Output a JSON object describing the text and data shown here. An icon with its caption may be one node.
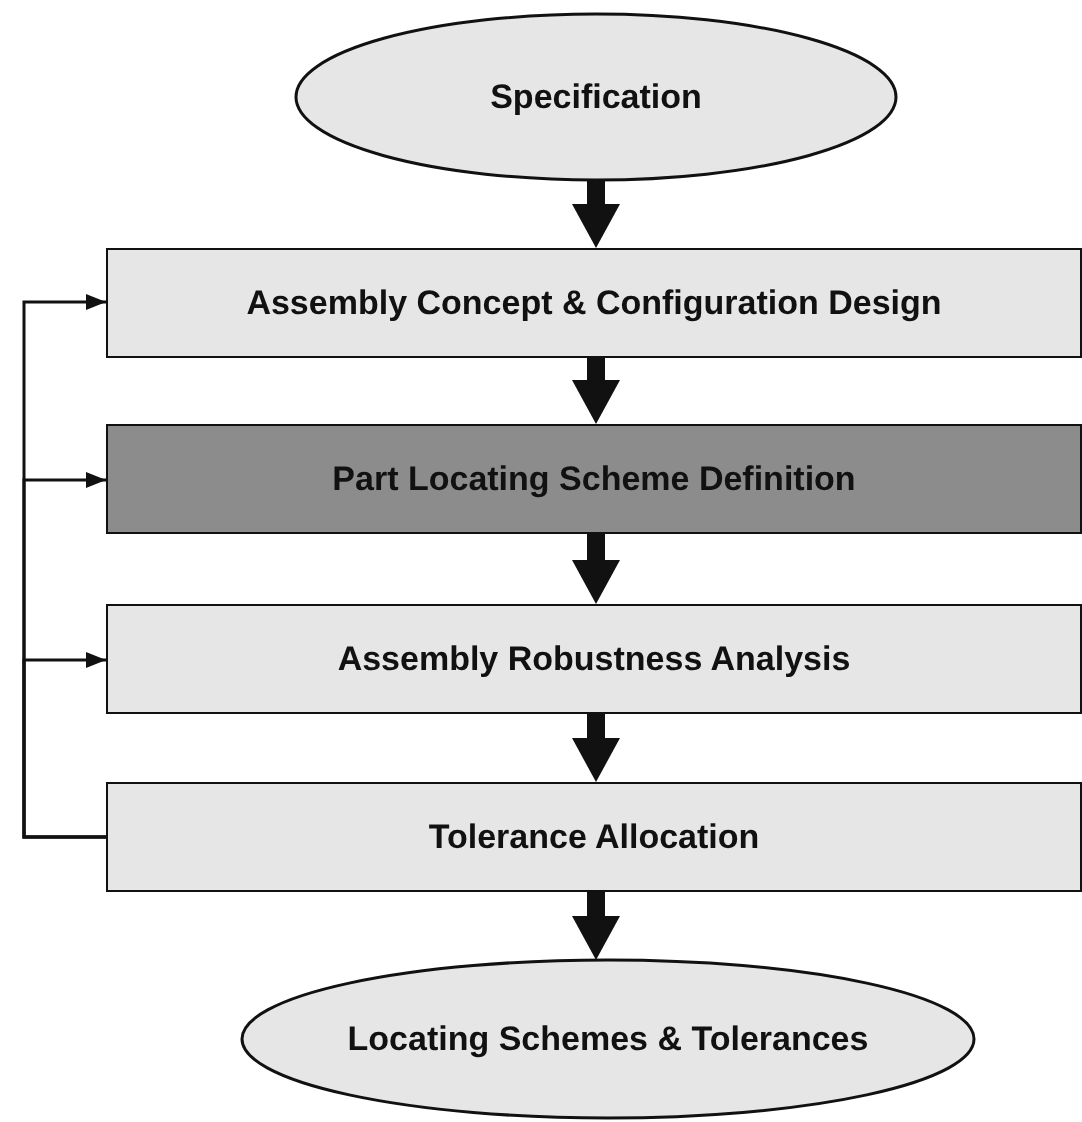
{
  "diagram": {
    "nodes": [
      {
        "text": [
          "Specification"
        ]
      },
      {
        "text": [
          "Assembly Concept & Configuration Design"
        ]
      },
      {
        "text": [
          "Part Locating Scheme Definition"
        ]
      },
      {
        "text": [
          "Assembly Robustness Analysis"
        ]
      },
      {
        "text": [
          "Tolerance Allocation"
        ]
      },
      {
        "text": [
          "Locating Schemes & Tolerances"
        ]
      }
    ],
    "edges": [
      {
        "from": 0,
        "to": 1,
        "arrow": "to"
      },
      {
        "from": 1,
        "to": 2,
        "arrow": "to"
      },
      {
        "from": 2,
        "to": 3,
        "arrow": "to"
      },
      {
        "from": 3,
        "to": 4,
        "arrow": "to"
      },
      {
        "from": 4,
        "to": 5,
        "arrow": "to"
      },
      {
        "from": 4,
        "to": 1,
        "arrow": "to"
      },
      {
        "from": 4,
        "to": 2,
        "arrow": "to"
      },
      {
        "from": 4,
        "to": 3,
        "arrow": "to"
      }
    ]
  }
}
